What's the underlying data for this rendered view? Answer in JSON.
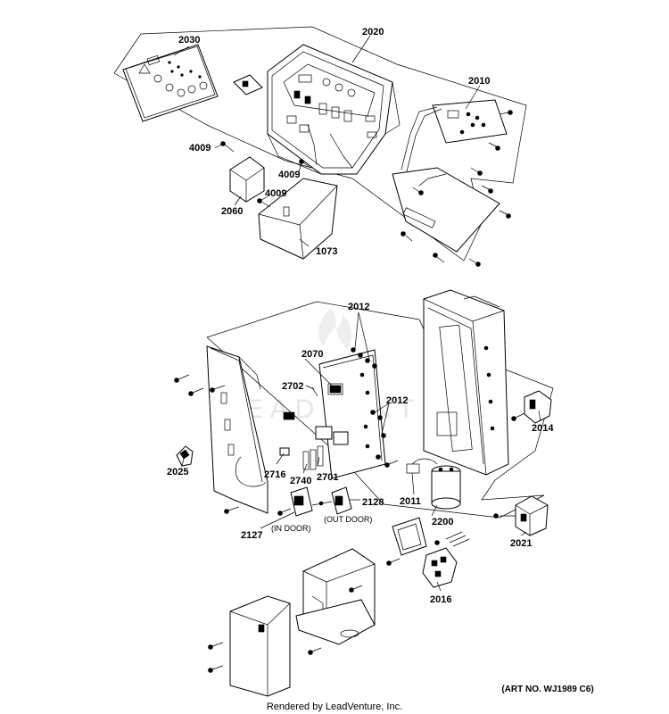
{
  "parts": {
    "p2030": "2030",
    "p2020": "2020",
    "p2010": "2010",
    "p4009a": "4009",
    "p4009b": "4009",
    "p4009c": "4009",
    "p2060": "2060",
    "p1073": "1073",
    "p2012a": "2012",
    "p2070": "2070",
    "p2702": "2702",
    "p2012b": "2012",
    "p2014": "2014",
    "p2025": "2025",
    "p2716": "2716",
    "p2740": "2740",
    "p2701": "2701",
    "p2011": "2011",
    "p2128": "2128",
    "p2200": "2200",
    "p2127": "2127",
    "p2021": "2021",
    "p2016": "2016"
  },
  "notes": {
    "in_door": "(IN DOOR)",
    "out_door": "(OUT DOOR)"
  },
  "watermark": "LEADVENTURE",
  "art_number": "(ART NO. WJ1989 C6)",
  "footer": "Rendered by LeadVenture, Inc."
}
